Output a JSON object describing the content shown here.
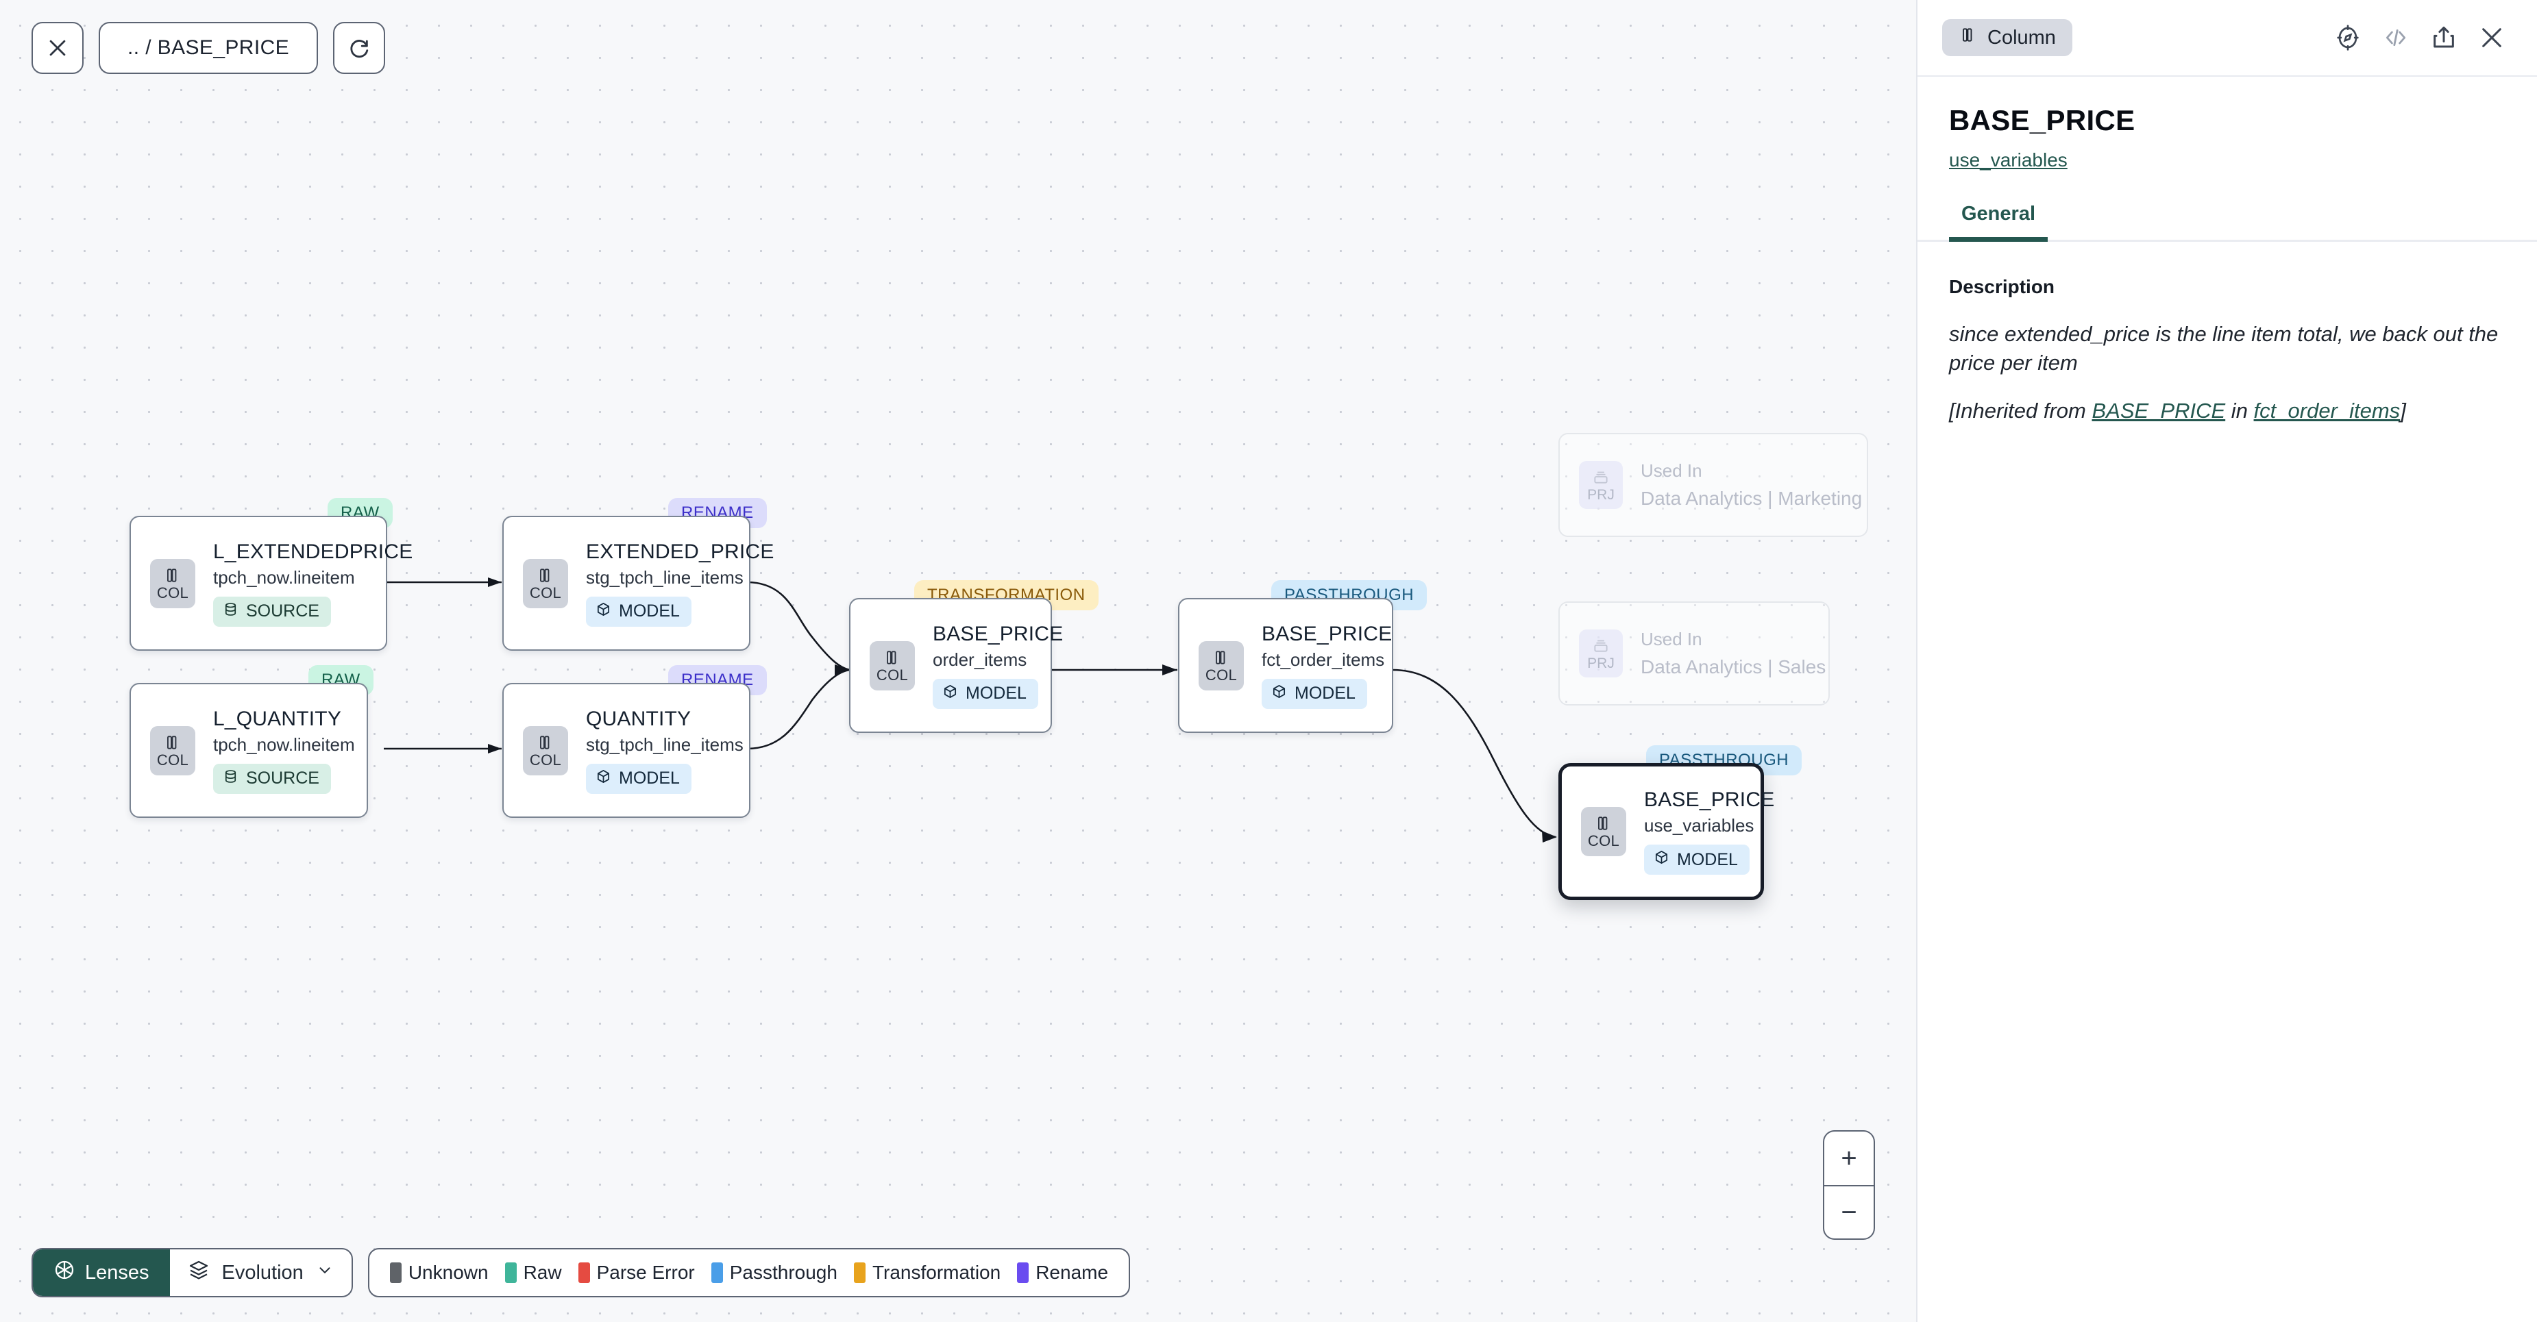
{
  "toolbar": {
    "close_icon": "close-icon",
    "breadcrumb": ".. / BASE_PRICE",
    "refresh_icon": "refresh-icon"
  },
  "graph": {
    "nodes": [
      {
        "badge": "RAW",
        "title": "L_EXTENDEDPRICE",
        "subtitle": "tpch_now.lineitem",
        "icon_label": "COL",
        "tag": "SOURCE",
        "tag_type": "source"
      },
      {
        "badge": "RAW",
        "title": "L_QUANTITY",
        "subtitle": "tpch_now.lineitem",
        "icon_label": "COL",
        "tag": "SOURCE",
        "tag_type": "source"
      },
      {
        "badge": "RENAME",
        "title": "EXTENDED_PRICE",
        "subtitle": "stg_tpch_line_items",
        "icon_label": "COL",
        "tag": "MODEL",
        "tag_type": "model"
      },
      {
        "badge": "RENAME",
        "title": "QUANTITY",
        "subtitle": "stg_tpch_line_items",
        "icon_label": "COL",
        "tag": "MODEL",
        "tag_type": "model"
      },
      {
        "badge": "TRANSFORMATION",
        "title": "BASE_PRICE",
        "subtitle": "order_items",
        "icon_label": "COL",
        "tag": "MODEL",
        "tag_type": "model"
      },
      {
        "badge": "PASSTHROUGH",
        "title": "BASE_PRICE",
        "subtitle": "fct_order_items",
        "icon_label": "COL",
        "tag": "MODEL",
        "tag_type": "model"
      },
      {
        "badge": "PASSTHROUGH",
        "title": "BASE_PRICE",
        "subtitle": "use_variables",
        "icon_label": "COL",
        "tag": "MODEL",
        "tag_type": "model",
        "selected": true
      }
    ],
    "ghost_nodes": [
      {
        "icon_label": "PRJ",
        "top": "Used In",
        "main": "Data Analytics | Marketing"
      },
      {
        "icon_label": "PRJ",
        "top": "Used In",
        "main": "Data Analytics | Sales"
      }
    ]
  },
  "zoom_controls": {
    "zoom_in": "+",
    "zoom_out": "−"
  },
  "bottombar": {
    "lenses_label": "Lenses",
    "evolution_label": "Evolution",
    "chevron": "∨",
    "legend": [
      {
        "label": "Unknown",
        "color": "#5f6368"
      },
      {
        "label": "Raw",
        "color": "#3fb59a"
      },
      {
        "label": "Parse Error",
        "color": "#e54b41"
      },
      {
        "label": "Passthrough",
        "color": "#4a9ee8"
      },
      {
        "label": "Transformation",
        "color": "#e8a31d"
      },
      {
        "label": "Rename",
        "color": "#6a4cf0"
      }
    ]
  },
  "panel": {
    "chip_label": "Column",
    "chip_icon": "column-icon",
    "icons": [
      "explore-icon",
      "code-icon",
      "share-icon",
      "close-icon"
    ],
    "title": "BASE_PRICE",
    "sublink": "use_variables",
    "tabs": [
      {
        "label": "General",
        "active": true
      }
    ],
    "description_label": "Description",
    "description_text": "since extended_price is the line item total, we back out the price per item",
    "inherited_prefix": "[Inherited from ",
    "inherited_link1": "BASE_PRICE",
    "inherited_mid": " in ",
    "inherited_link2": "fct_order_items",
    "inherited_suffix": "]"
  },
  "colors": {
    "accent": "#24574f",
    "canvas_bg": "#f7f8fa",
    "selected_border": "#171c28"
  }
}
